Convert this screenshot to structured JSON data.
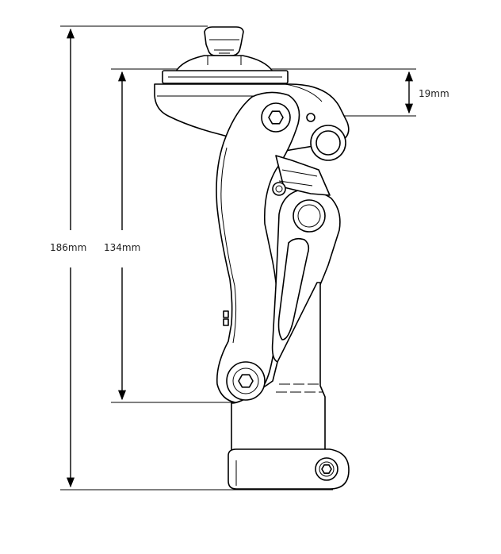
{
  "dimensions": {
    "total_height": "186mm",
    "build_height": "134mm",
    "offset": "19mm"
  },
  "colors": {
    "line": "#000000",
    "background": "#ffffff"
  },
  "icons": [
    "hex-bolt-icon",
    "arrowhead-icon"
  ]
}
